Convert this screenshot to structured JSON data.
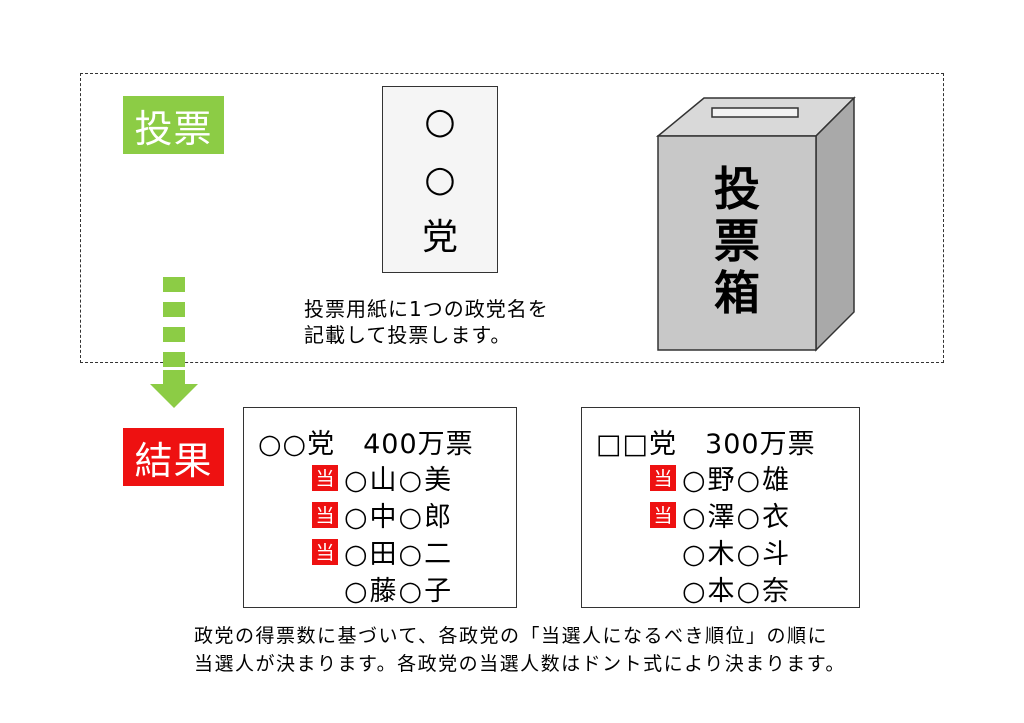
{
  "vote_section": {
    "label": "投票",
    "ballot_lines": [
      "○",
      "○",
      "党"
    ],
    "caption_lines": [
      "投票用紙に1つの政党名を",
      "記載して投票します。"
    ],
    "ballot_box_text": [
      "投",
      "票",
      "箱"
    ]
  },
  "result_section": {
    "label": "結果",
    "parties": [
      {
        "name": "○○党",
        "votes": "400万票",
        "candidates": [
          {
            "name": "○山○美",
            "elected_mark": "当"
          },
          {
            "name": "○中○郎",
            "elected_mark": "当"
          },
          {
            "name": "○田○二",
            "elected_mark": "当"
          },
          {
            "name": "○藤○子",
            "elected_mark": ""
          }
        ]
      },
      {
        "name": "□□党",
        "votes": "300万票",
        "candidates": [
          {
            "name": "○野○雄",
            "elected_mark": "当"
          },
          {
            "name": "○澤○衣",
            "elected_mark": "当"
          },
          {
            "name": "○木○斗",
            "elected_mark": ""
          },
          {
            "name": "○本○奈",
            "elected_mark": ""
          }
        ]
      }
    ]
  },
  "bottom_caption_lines": [
    "政党の得票数に基づいて、各政党の「当選人になるべき順位」の順に",
    "当選人が決まります。各政党の当選人数はドント式により決まります。"
  ],
  "colors": {
    "vote_green": "#8ccc45",
    "result_red": "#ee1111",
    "box_gray": "#c8c8c8"
  },
  "icons": {
    "flow_arrow": "down-arrow-icon"
  }
}
